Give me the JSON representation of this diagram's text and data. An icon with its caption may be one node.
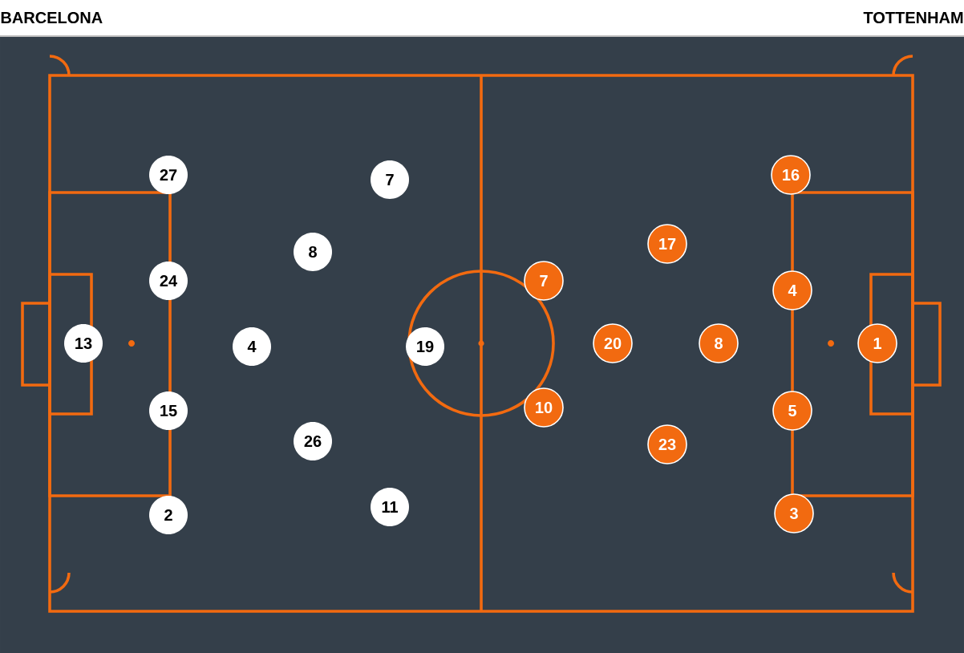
{
  "diagram": {
    "nodes": [
      {
        "text": [
          "13"
        ]
      },
      {
        "text": [
          "27"
        ]
      },
      {
        "text": [
          "24"
        ]
      },
      {
        "text": [
          "15"
        ]
      },
      {
        "text": [
          "2"
        ]
      },
      {
        "text": [
          "4"
        ]
      },
      {
        "text": [
          "8"
        ]
      },
      {
        "text": [
          "26"
        ]
      },
      {
        "text": [
          "7"
        ]
      },
      {
        "text": [
          "19"
        ]
      },
      {
        "text": [
          "11"
        ]
      },
      {
        "text": [
          "7"
        ]
      },
      {
        "text": [
          "10"
        ]
      },
      {
        "text": [
          "20"
        ]
      },
      {
        "text": [
          "17"
        ]
      },
      {
        "text": [
          "8"
        ]
      },
      {
        "text": [
          "23"
        ]
      },
      {
        "text": [
          "16"
        ]
      },
      {
        "text": [
          "4"
        ]
      },
      {
        "text": [
          "5"
        ]
      },
      {
        "text": [
          "3"
        ]
      },
      {
        "text": [
          "1"
        ]
      }
    ],
    "labels": [
      "BARCELONA",
      "TOTTENHAM"
    ]
  }
}
